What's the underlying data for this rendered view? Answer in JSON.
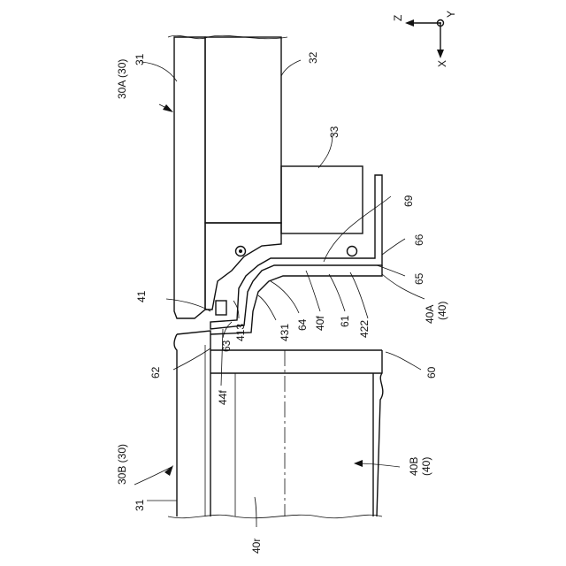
{
  "figure": {
    "axes": {
      "z": "Z",
      "y": "Y",
      "x": "X"
    },
    "labels": {
      "l31_top": "31",
      "l32": "32",
      "l30A": "30A (30)",
      "l33": "33",
      "l69": "69",
      "l66": "66",
      "l65": "65",
      "l40A": "40A",
      "l40A_sub": "(40)",
      "l41": "41",
      "l413": "413",
      "l431": "431",
      "l64": "64",
      "l40f": "40f",
      "l61": "61",
      "l422": "422",
      "l63": "63",
      "l62": "62",
      "l60": "60",
      "l44f": "44f",
      "l30B": "30B (30)",
      "l40B": "40B",
      "l40B_sub": "(40)",
      "l31_bot": "31",
      "l40r": "40r"
    }
  }
}
